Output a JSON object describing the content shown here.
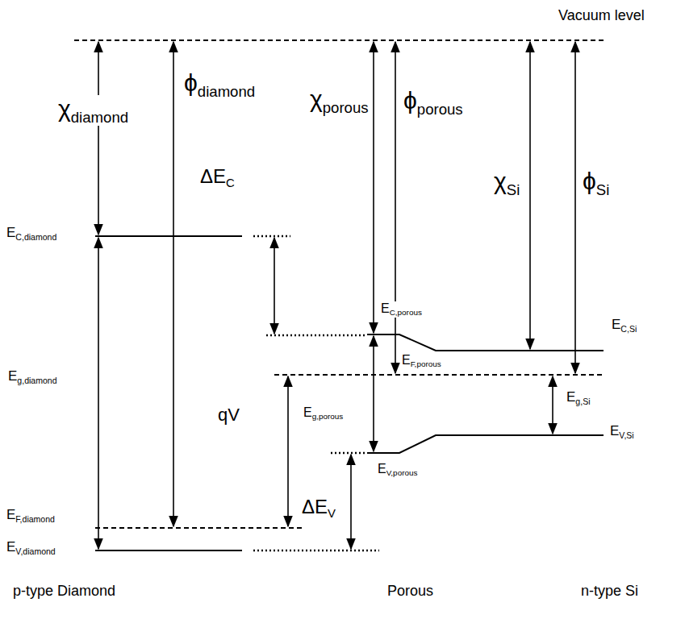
{
  "diagram": {
    "labels": [
      "Vacuum level",
      "χdiamond",
      "ϕdiamond",
      "χporous",
      "ϕporous",
      "χSi",
      "ϕSi",
      "EC,diamond",
      "ΔEC",
      "EC,porous",
      "EF,porous",
      "EC,Si",
      "Eg,diamond",
      "Eg,porous",
      "qV",
      "Eg,Si",
      "EV,Si",
      "EV,porous",
      "ΔEV",
      "EF,diamond",
      "EV,diamond",
      "p-type Diamond",
      "Porous",
      "n-type Si"
    ]
  }
}
